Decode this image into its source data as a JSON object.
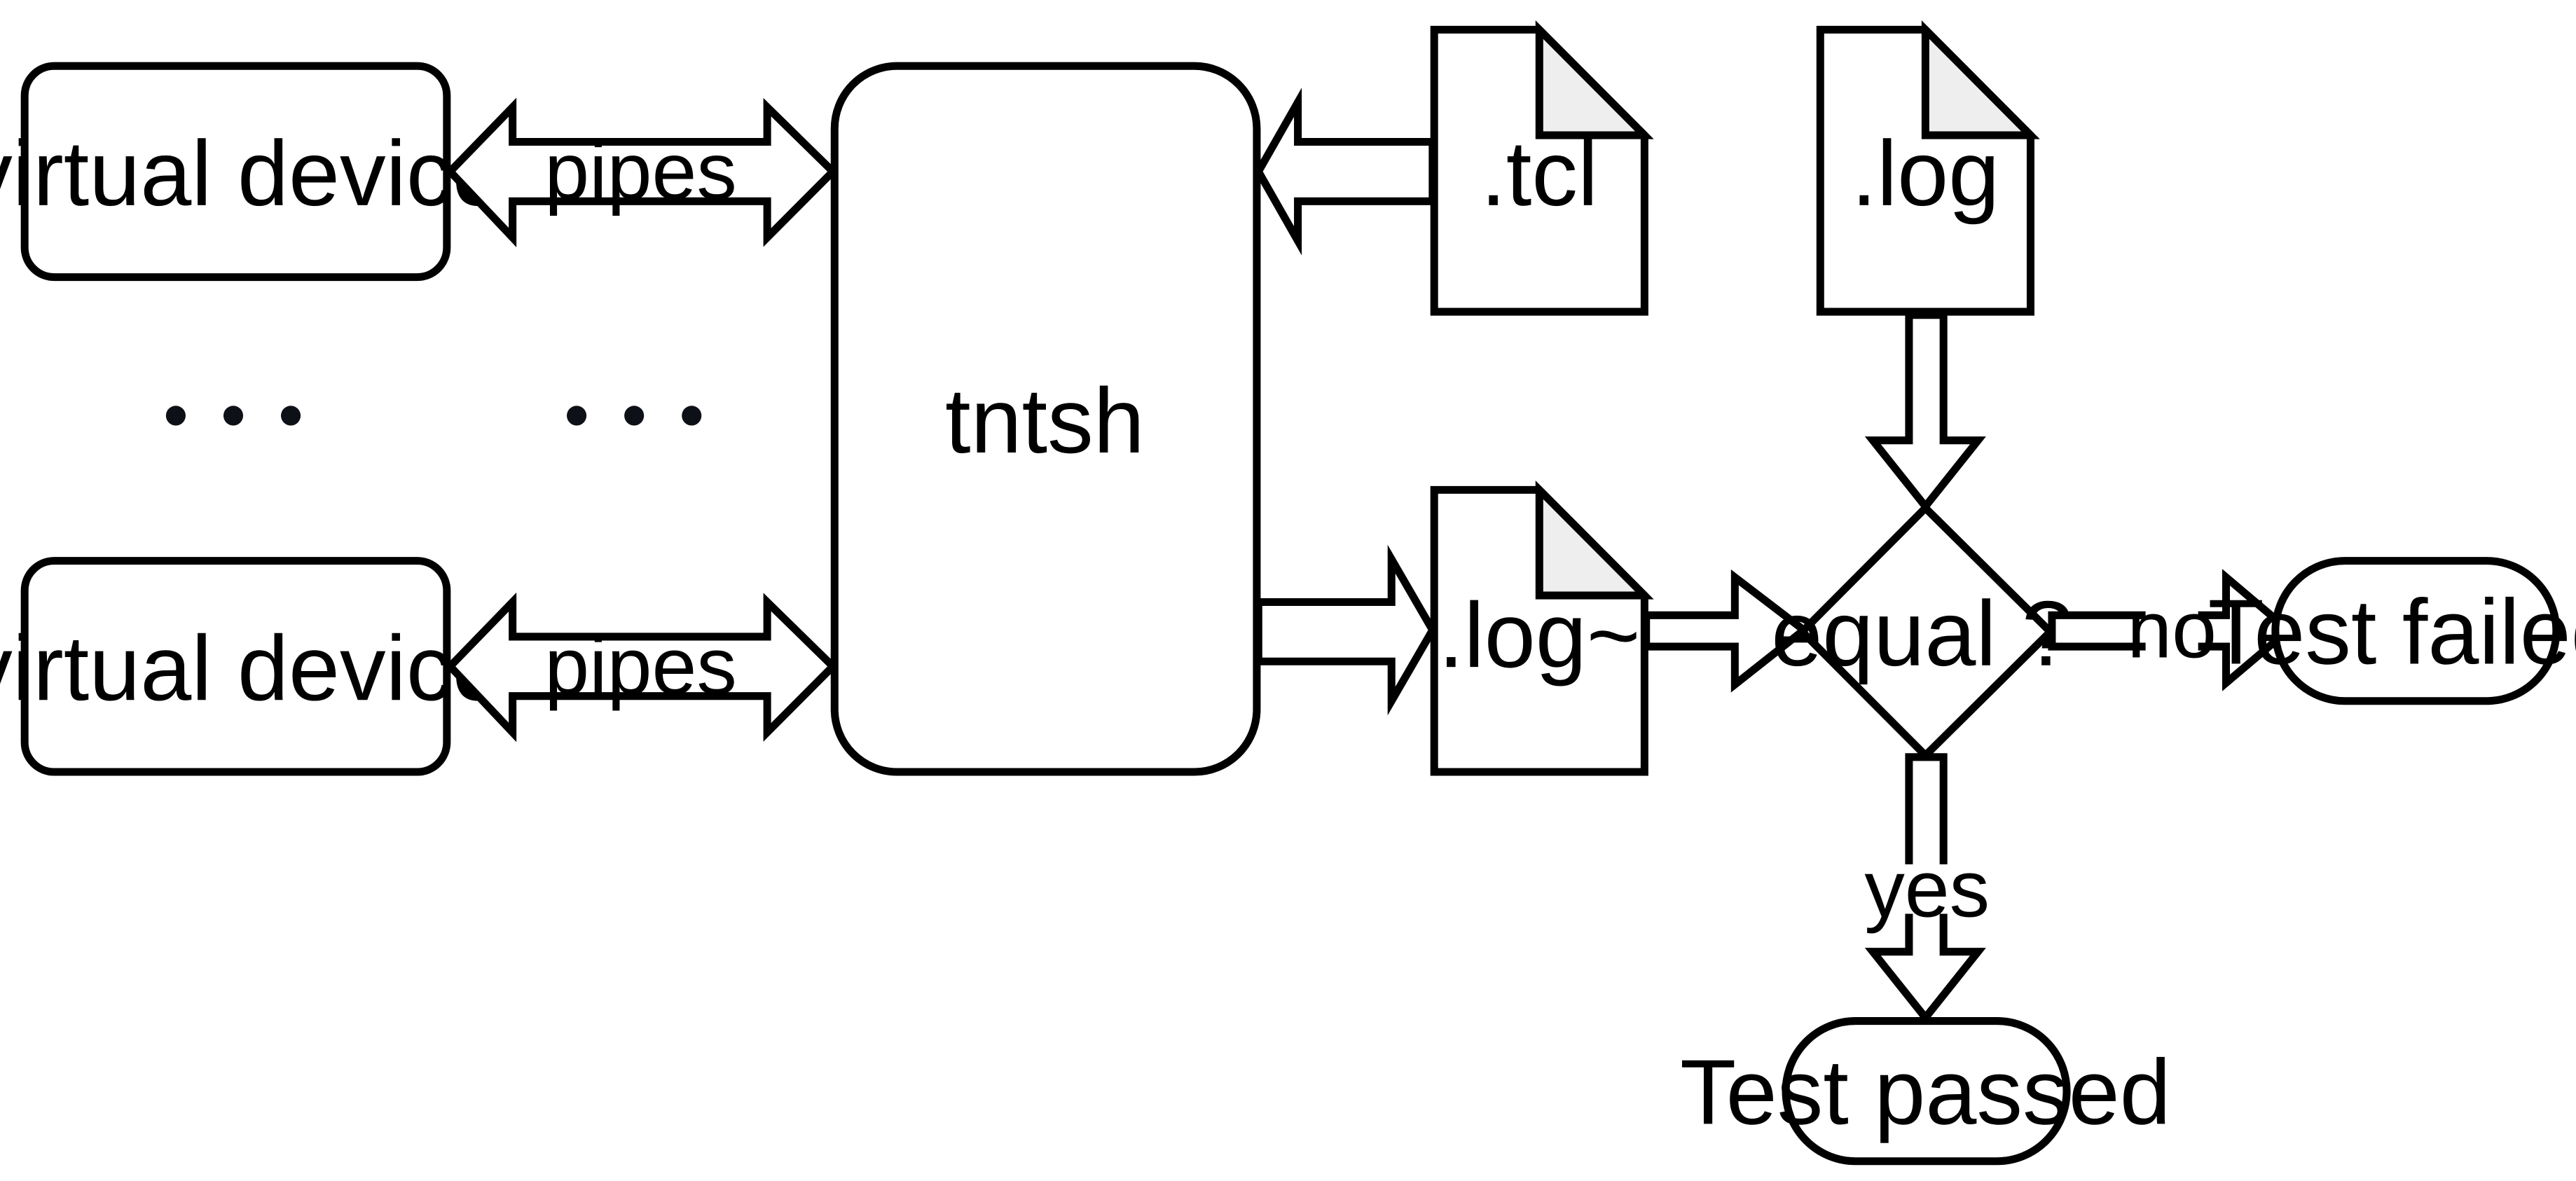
{
  "diagram": {
    "nodes": {
      "virtual_device_top": "virtual device",
      "virtual_device_bottom": "virtual device",
      "tntsh": "tntsh",
      "tcl_file": ".tcl",
      "log_file": ".log",
      "log_tilde_file": ".log~",
      "decision": "equal ?",
      "test_failed": "Test failed",
      "test_passed": "Test passed"
    },
    "edges": {
      "pipes_top": "pipes",
      "pipes_bottom": "pipes",
      "no": "no",
      "yes": "yes"
    },
    "colors": {
      "stroke": "#000000",
      "fill": "#ffffff",
      "fold": "#eeeeee",
      "ellipsis_dots": "#0d1117"
    }
  }
}
